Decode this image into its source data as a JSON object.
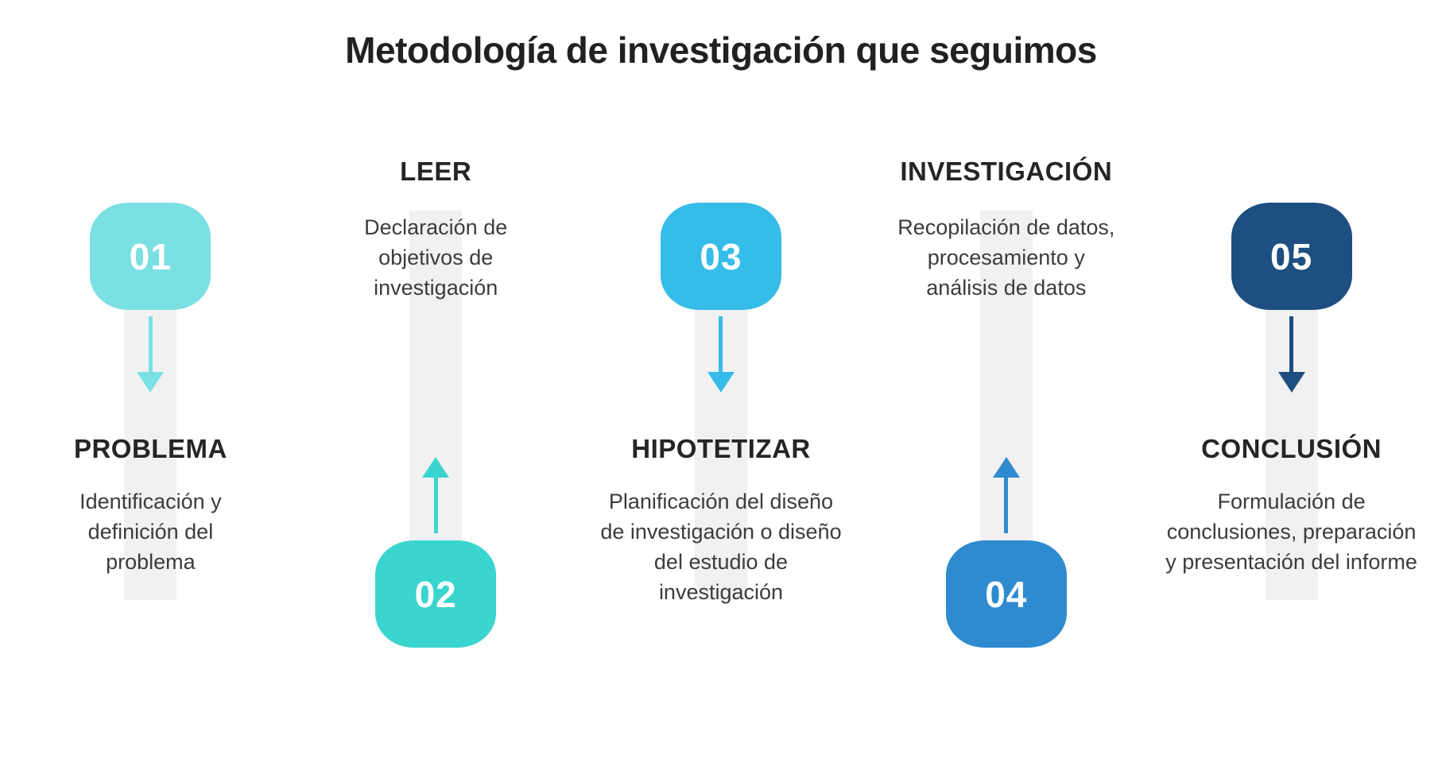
{
  "title": "Metodología de investigación que seguimos",
  "colors": {
    "track": "#F1F1F2",
    "title_text": "#212121",
    "heading_text": "#252525",
    "body_text": "#3C3C3C",
    "number_text": "#FFFFFF"
  },
  "steps": [
    {
      "number": "01",
      "heading": "PROBLEMA",
      "description": "Identificación y\ndefinición del\nproblema",
      "color": "#7BE0E3",
      "badge_position": "top",
      "arrow_direction": "down"
    },
    {
      "number": "02",
      "heading": "LEER",
      "description": "Declaración de\nobjetivos de\ninvestigación",
      "color": "#3AD5CE",
      "badge_position": "bottom",
      "arrow_direction": "up"
    },
    {
      "number": "03",
      "heading": "HIPOTETIZAR",
      "description": "Planificación del diseño\nde investigación o diseño\ndel estudio de\ninvestigación",
      "color": "#36BCE8",
      "badge_position": "top",
      "arrow_direction": "down"
    },
    {
      "number": "04",
      "heading": "INVESTIGACIÓN",
      "description": "Recopilación de datos,\nprocesamiento y\nanálisis de datos",
      "color": "#2F8BD0",
      "badge_position": "bottom",
      "arrow_direction": "up"
    },
    {
      "number": "05",
      "heading": "CONCLUSIÓN",
      "description": "Formulación de\nconclusiones, preparación\ny presentación del informe",
      "color": "#1D4F80",
      "badge_position": "top",
      "arrow_direction": "down"
    }
  ]
}
